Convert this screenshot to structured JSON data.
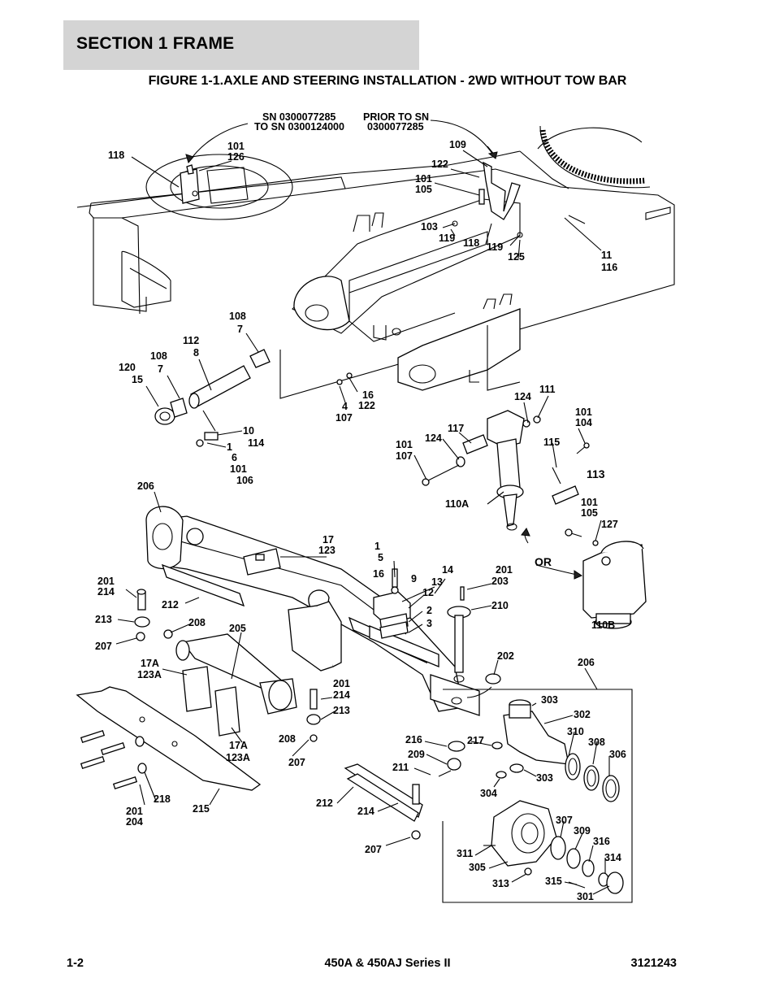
{
  "section_title": "SECTION 1  FRAME",
  "figure_title": "FIGURE 1-1.AXLE AND STEERING INSTALLATION - 2WD WITHOUT TOW BAR",
  "annotations": [
    {
      "id": "sn_range_1",
      "text": "SN 0300077285"
    },
    {
      "id": "sn_range_2",
      "text": "TO SN 0300124000"
    },
    {
      "id": "prior_1",
      "text": "PRIOR TO SN"
    },
    {
      "id": "prior_2",
      "text": "0300077285"
    },
    {
      "id": "or",
      "text": "OR"
    }
  ],
  "callouts": [
    "118",
    "101",
    "126",
    "109",
    "122",
    "101",
    "105",
    "103",
    "119",
    "118",
    "119",
    "125",
    "11",
    "116",
    "108",
    "7",
    "112",
    "8",
    "108",
    "7",
    "120",
    "15",
    "4",
    "107",
    "16",
    "122",
    "10",
    "114",
    "1",
    "6",
    "101",
    "106",
    "124",
    "111",
    "101",
    "104",
    "117",
    "124",
    "101",
    "107",
    "115",
    "113",
    "110A",
    "101",
    "105",
    "127",
    "110B",
    "206",
    "17",
    "123",
    "1",
    "5",
    "16",
    "9",
    "14",
    "13",
    "12",
    "201",
    "203",
    "2",
    "3",
    "210",
    "201",
    "214",
    "212",
    "213",
    "208",
    "207",
    "205",
    "17A",
    "123A",
    "202",
    "206",
    "201",
    "214",
    "213",
    "208",
    "207",
    "17A",
    "123A",
    "303",
    "302",
    "310",
    "308",
    "306",
    "216",
    "217",
    "209",
    "211",
    "303",
    "304",
    "212",
    "214",
    "218",
    "215",
    "201",
    "204",
    "207",
    "307",
    "309",
    "316",
    "314",
    "311",
    "305",
    "313",
    "315",
    "301"
  ],
  "footer": {
    "page": "1-2",
    "model": "450A & 450AJ Series II",
    "doc_number": "3121243"
  }
}
